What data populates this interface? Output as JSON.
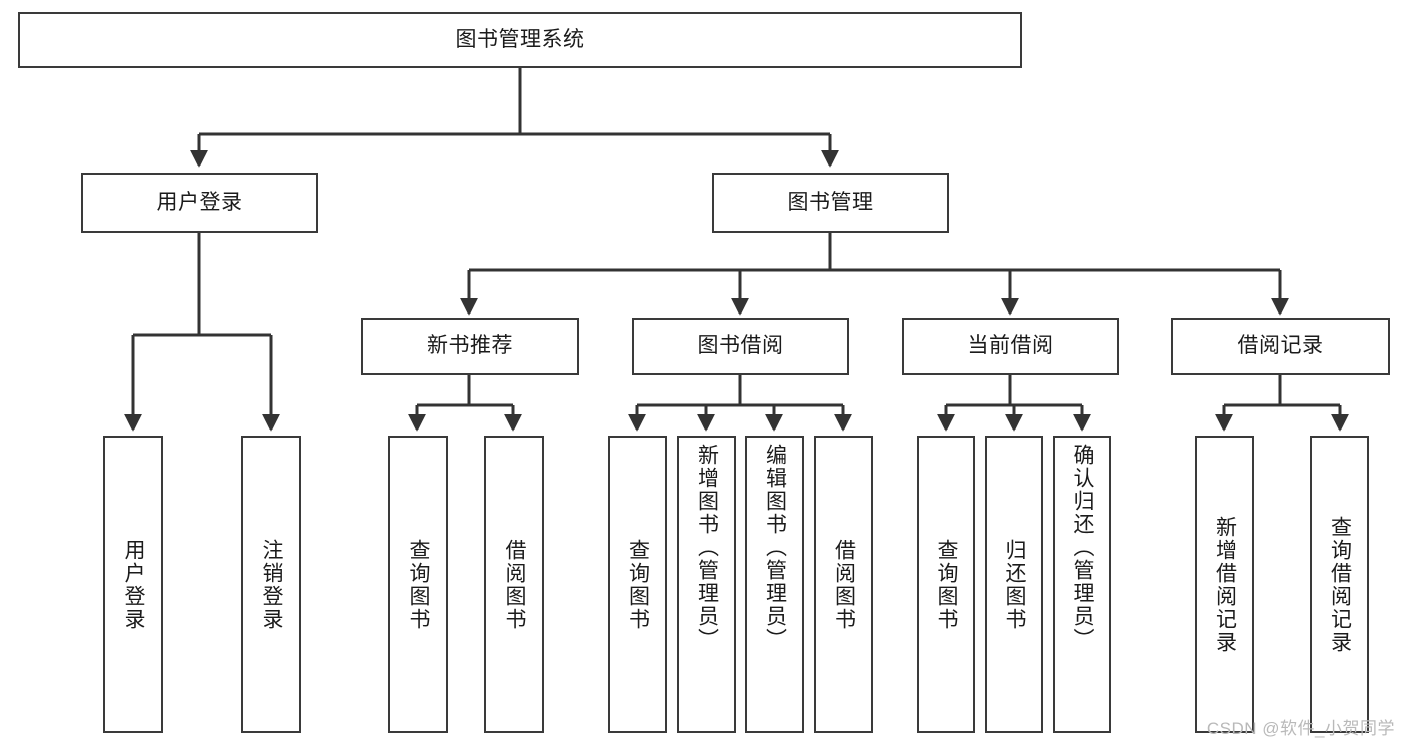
{
  "diagram": {
    "type": "tree-hierarchy",
    "title": "图书管理系统",
    "watermark": "CSDN @软件_小贺同学",
    "colors": {
      "box_border": "#3a3a3a",
      "box_fill": "#ffffff",
      "connector": "#333333",
      "text": "#1b1b1b",
      "watermark": "#b9b9b9"
    },
    "root": {
      "label": "图书管理系统"
    },
    "level1": [
      {
        "label": "用户登录"
      },
      {
        "label": "图书管理"
      }
    ],
    "level2": [
      {
        "label": "新书推荐"
      },
      {
        "label": "图书借阅"
      },
      {
        "label": "当前借阅"
      },
      {
        "label": "借阅记录"
      }
    ],
    "leaves": {
      "user_login": [
        {
          "label": "用户登录"
        },
        {
          "label": "注销登录"
        }
      ],
      "new_book_recommend": [
        {
          "label": "查询图书"
        },
        {
          "label": "借阅图书"
        }
      ],
      "book_borrow": [
        {
          "label": "查询图书"
        },
        {
          "label": "新增图书（管理员）"
        },
        {
          "label": "编辑图书（管理员）"
        },
        {
          "label": "借阅图书"
        }
      ],
      "current_borrow": [
        {
          "label": "查询图书"
        },
        {
          "label": "归还图书"
        },
        {
          "label": "确认归还（管理员）"
        }
      ],
      "borrow_record": [
        {
          "label": "新增借阅记录"
        },
        {
          "label": "查询借阅记录"
        }
      ]
    }
  }
}
